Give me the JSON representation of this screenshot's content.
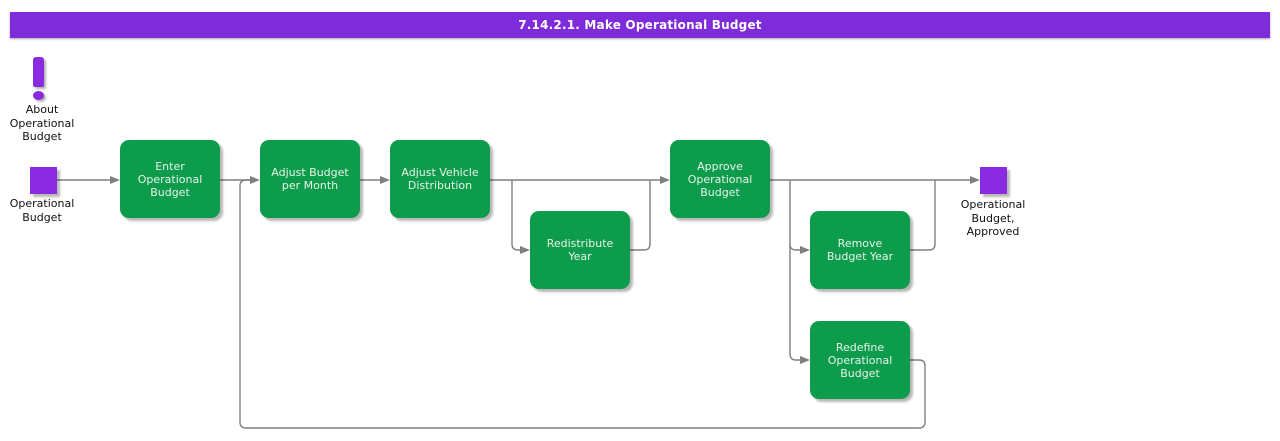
{
  "title": "7.14.2.1. Make Operational Budget",
  "annotations": {
    "about_label": "About Operational Budget"
  },
  "io": {
    "input_label": "Operational Budget",
    "output_label": "Operational Budget, Approved"
  },
  "nodes": [
    {
      "id": "enter-operational-budget",
      "label": "Enter Operational Budget"
    },
    {
      "id": "adjust-budget-per-month",
      "label": "Adjust Budget per Month"
    },
    {
      "id": "adjust-vehicle-distribution",
      "label": "Adjust Vehicle Distribution"
    },
    {
      "id": "redistribute-year",
      "label": "Redistribute Year"
    },
    {
      "id": "approve-operational-budget",
      "label": "Approve Operational Budget"
    },
    {
      "id": "remove-budget-year",
      "label": "Remove Budget Year"
    },
    {
      "id": "redefine-operational-budget",
      "label": "Redefine Operational Budget"
    }
  ],
  "icons": {
    "about": "exclamation-icon",
    "input": "artifact-square-icon",
    "output": "artifact-square-icon"
  },
  "colors": {
    "header_bar": "#7E2BD9",
    "task_node": "#0D9C4B",
    "artifact": "#8A2BE2",
    "connector": "#7F7F7F",
    "node_text": "#E6F3EA",
    "label_text": "#111111",
    "background": "#FFFFFF"
  }
}
